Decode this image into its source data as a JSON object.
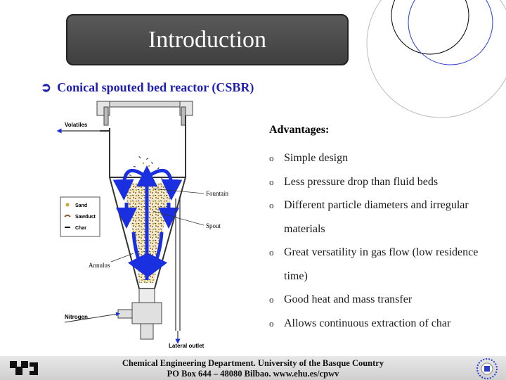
{
  "slide": {
    "title": "Introduction",
    "bullet_heading": "Conical spouted bed reactor (CSBR)",
    "bullet_icon": "curved-arrow-icon"
  },
  "diagram": {
    "labels": {
      "volatiles": "Volatiles",
      "fountain": "Fountain",
      "spout": "Spout",
      "annulus": "Annulus",
      "nitrogen": "Nitrogen",
      "lateral_outlet": "Lateral outlet"
    },
    "legend": [
      {
        "label": "Sand",
        "color": "#c9a830"
      },
      {
        "label": "Sawdust",
        "color": "#8b5a2b"
      },
      {
        "label": "Char",
        "color": "#111111"
      }
    ],
    "arrow_color": "#1a2fe0"
  },
  "advantages": {
    "title": "Advantages:",
    "items": [
      "Simple design",
      "Less pressure drop than fluid beds",
      "Different particle diameters and irregular materials",
      "Great versatility in gas flow (low residence time)",
      "Good heat and mass transfer",
      "Allows continuous extraction of  char"
    ],
    "marker": "o"
  },
  "footer": {
    "line1": "Chemical Engineering Department. University of the Basque Country",
    "line2": "PO Box 644 – 48080 Bilbao.  www.ehu.es/cpwv"
  }
}
